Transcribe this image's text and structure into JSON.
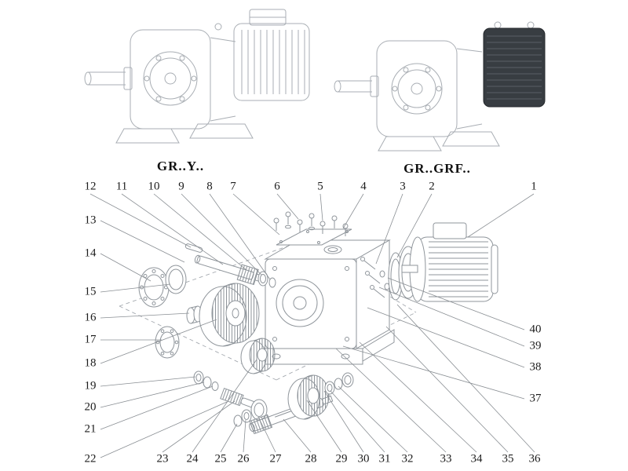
{
  "headings": {
    "left": "GR..Y..",
    "right": "GR..GRF.."
  },
  "callouts": [
    "1",
    "2",
    "3",
    "4",
    "5",
    "6",
    "7",
    "8",
    "9",
    "10",
    "11",
    "12",
    "13",
    "14",
    "15",
    "16",
    "17",
    "18",
    "19",
    "20",
    "21",
    "22",
    "23",
    "24",
    "25",
    "26",
    "27",
    "28",
    "29",
    "30",
    "31",
    "32",
    "33",
    "34",
    "35",
    "36",
    "37",
    "38",
    "39",
    "40"
  ],
  "colors": {
    "assembled_line": "#a9aeb4",
    "exploded_line": "#8f959b",
    "leader_line": "#8a8f94",
    "dark_cover": "#383d42",
    "text": "#1c1c1c"
  }
}
